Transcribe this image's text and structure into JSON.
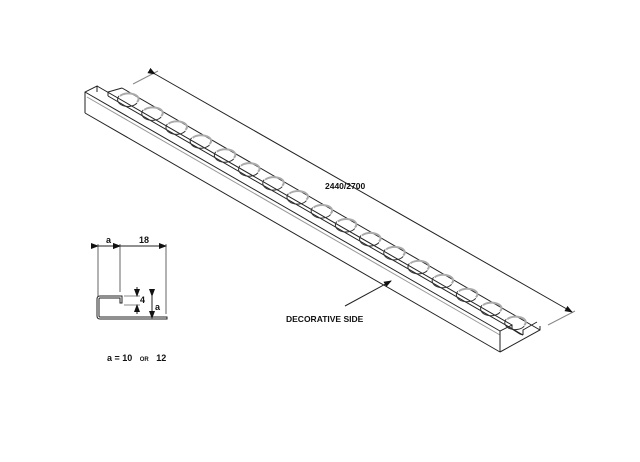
{
  "drawing": {
    "length_label": "2440/2700",
    "decorative_label": "DECORATIVE SIDE",
    "section": {
      "dim_a": "a",
      "dim_width": "18",
      "dim_hook": "4",
      "dim_height": "a"
    },
    "note": {
      "prefix": "a = 10",
      "or": "OR",
      "suffix": "12"
    },
    "hole_count": 17
  }
}
